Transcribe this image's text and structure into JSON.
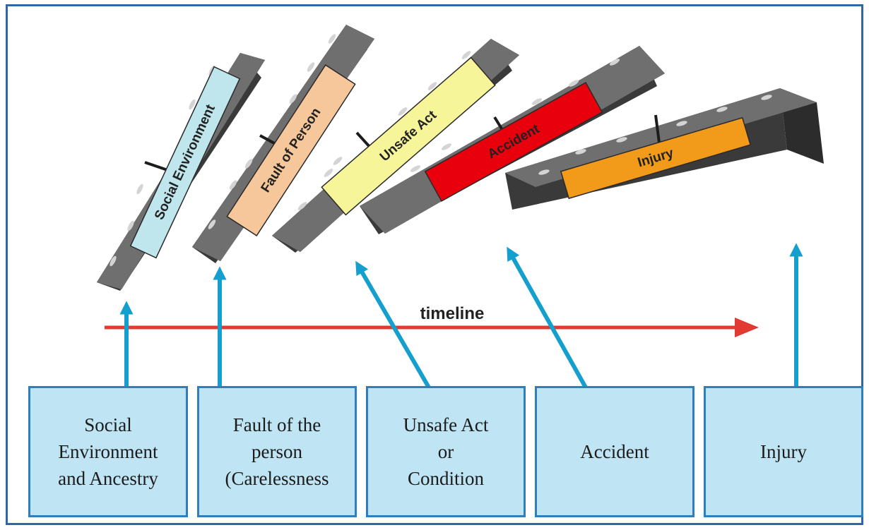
{
  "dominoes": [
    {
      "label": "Social Environment",
      "color": "#bfe6ec"
    },
    {
      "label": "Fault of Person",
      "color": "#f6c79a"
    },
    {
      "label": "Unsafe Act",
      "color": "#f7f59a"
    },
    {
      "label": "Accident",
      "color": "#e8000d"
    },
    {
      "label": "Injury",
      "color": "#f29a1a"
    }
  ],
  "timeline": {
    "label": "timeline",
    "color": "#e03a32"
  },
  "stages": [
    {
      "lines": [
        "Social",
        "Environment",
        "and Ancestry"
      ]
    },
    {
      "lines": [
        "Fault of the",
        "person",
        "(Carelessness"
      ]
    },
    {
      "lines": [
        "Unsafe Act",
        "or",
        "Condition"
      ]
    },
    {
      "lines": [
        "Accident"
      ]
    },
    {
      "lines": [
        "Injury"
      ]
    }
  ],
  "colors": {
    "frame_border": "#2f66a6",
    "stage_fill": "#bfe4f3",
    "stage_border": "#2f7fbf",
    "arrow": "#159fce",
    "domino_face": "#6f6f6f",
    "domino_side": "#3a3a3a",
    "domino_pip": "#d4d4d4"
  }
}
